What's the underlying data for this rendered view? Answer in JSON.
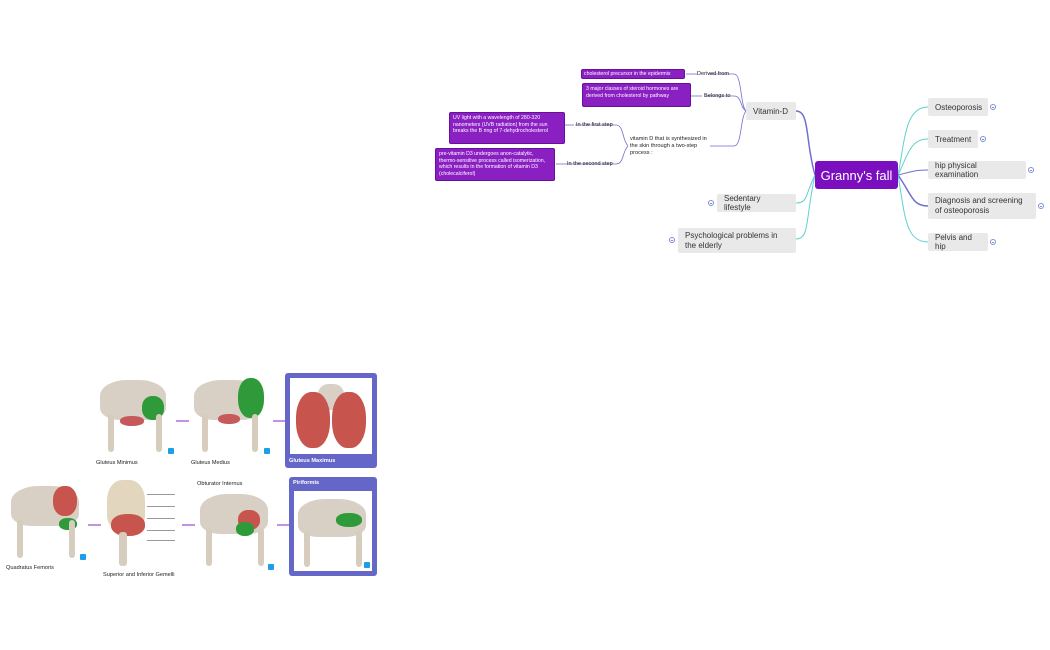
{
  "colors": {
    "center": "#7b0fbf",
    "detail_box": "#8a1fc2",
    "card_frame": "#6466c8",
    "teal_line": "#5fd0d0",
    "blue_line": "#6f6fd0"
  },
  "mindmap": {
    "center": "Granny's fall",
    "right_topics": [
      "Osteoporosis",
      "Treatment",
      "hip physical examination",
      "Diagnosis and screening of osteoporosis",
      "Pelvis and hip"
    ],
    "left_topics": [
      "Vitamin-D",
      "Sedentary lifestyle",
      "Psychological problems in the elderly"
    ],
    "vitamin_d": {
      "derived_from_label": "Derived from",
      "derived_from_value": "cholesterol precursor in the epidermis",
      "belongs_to_label": "Belongs to",
      "belongs_to_value": "3 major classes of steroid hormones are derived from cholesterol by pathway",
      "synthesis": "vitamin D that is synthesized in the skin through a two-step process :",
      "first_step_label": "In the first step",
      "first_step_value": "UV light with a wavelength of 280-320 nanometers (UVB radiation) from the sun breaks the B ring of 7-dehydrocholesterol",
      "second_step_label": "In the second step",
      "second_step_value": "pre-vitamin D3 undergoes anon-catalytic, thermo-sensitive process called isomerization, which results in the formation of vitamin D3 (cholecalciferol)"
    }
  },
  "muscles": {
    "gluteus_minimus": "Gluteus Minimus",
    "gluteus_medius": "Gluteus Medius",
    "gluteus_maximus": "Gluteus Maximus",
    "obturator_internus": "Obturator Internus",
    "piriformis": "Piriformis",
    "quadratus_femoris": "Quadratus Femoris",
    "gemelli": "Superior and Inferior Gemelli"
  }
}
